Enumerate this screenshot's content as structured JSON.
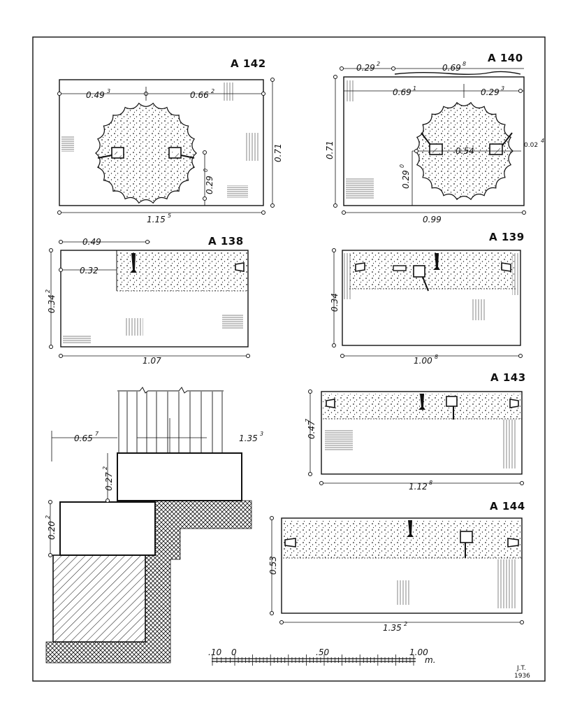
{
  "colors": {
    "ink": "#111111",
    "paper": "#ffffff"
  },
  "a142": {
    "title": "A 142",
    "top_left": "0.49",
    "top_left_sup": "3",
    "top_right": "0.66",
    "top_right_sup": "2",
    "height": "0.71",
    "inner": "0.29",
    "inner_sup": "0",
    "width": "1.15",
    "width_sup": "5"
  },
  "a140": {
    "title": "A 140",
    "top1": "0.29",
    "top1_sup": "2",
    "top2": "0.69",
    "top2_sup": "8",
    "inner1": "0.69",
    "inner1_sup": "1",
    "inner2": "0.29",
    "inner2_sup": "3",
    "height": "0.71",
    "center": "0.54",
    "inner3": "0.29",
    "inner3_sup": "0",
    "side": "0.02",
    "side_sup": "4",
    "width": "0.99"
  },
  "a138": {
    "title": "A 138",
    "top": "0.49",
    "inner": "0.32",
    "height": "0.34",
    "height_sup": "2",
    "width": "1.07"
  },
  "a139": {
    "title": "A 139",
    "height": "0.34",
    "width": "1.00",
    "width_sup": "8"
  },
  "a143": {
    "title": "A 143",
    "height": "0.47",
    "height_sup": "7",
    "width": "1.12",
    "width_sup": "8"
  },
  "a144": {
    "title": "A 144",
    "height": "0.53",
    "width": "1.35",
    "width_sup": "2"
  },
  "section": {
    "left": "0.65",
    "left_sup": "7",
    "right": "1.35",
    "right_sup": "3",
    "step1": "0.27",
    "step1_sup": "2",
    "step2": "0.20",
    "step2_sup": "2"
  },
  "scale": {
    "l10": ".10",
    "l0": "0",
    "l50": ".50",
    "l100": "1.00",
    "unit": "m."
  },
  "signature": {
    "initials": "J.T.",
    "year": "1936"
  }
}
